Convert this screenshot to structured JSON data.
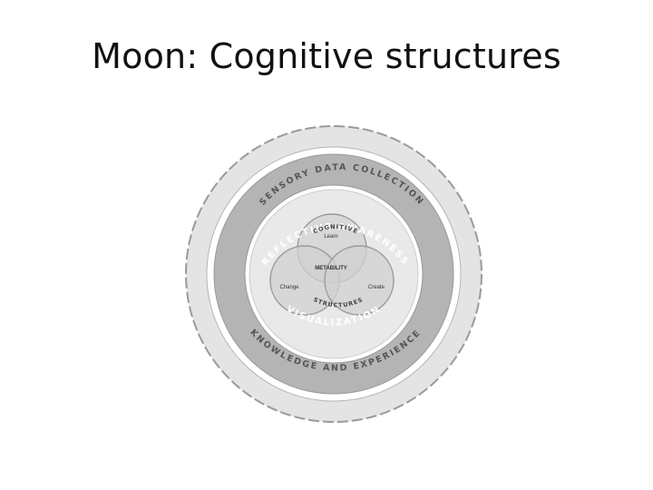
{
  "slide": {
    "title": "Moon:  Cognitive structures"
  },
  "diagram": {
    "outer_ring_top": "SENSORY DATA COLLECTION",
    "outer_ring_bottom": "KNOWLEDGE AND EXPERIENCE",
    "middle_ring_top": "REFLECTIVE AWARENESS",
    "middle_ring_bottom": "VISUALIZATION",
    "inner_top": "COGNITIVE",
    "inner_bottom": "STRUCTURES",
    "venn": {
      "top": "Learn",
      "left": "Change",
      "right": "Create",
      "center": "METABILITY"
    }
  }
}
